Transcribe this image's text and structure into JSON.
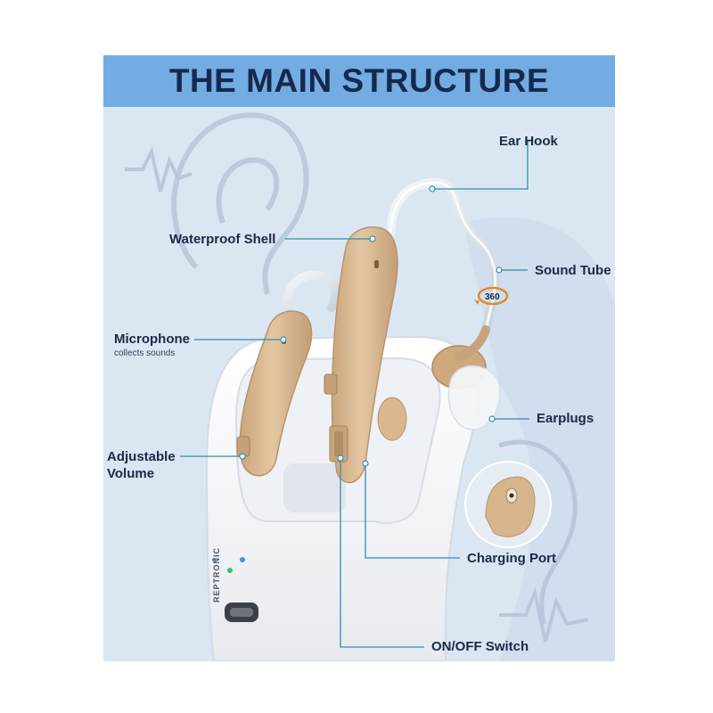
{
  "title": "THE MAIN STRUCTURE",
  "brand": "REPTRONIC",
  "rotation_badge": "360",
  "labels": {
    "ear_hook": "Ear Hook",
    "waterproof_shell": "Waterproof Shell",
    "sound_tube": "Sound Tube",
    "microphone": "Microphone",
    "microphone_sub": "collects sounds",
    "earplugs": "Earplugs",
    "adjustable_volume_line1": "Adjustable",
    "adjustable_volume_line2": "Volume",
    "charging_port": "Charging Port",
    "on_off_switch": "ON/OFF Switch"
  },
  "colors": {
    "header": "#73ace2",
    "background": "#dbe6f3",
    "title_text": "#16294d",
    "leader_line": "#2f8fb0",
    "device_beige": "#d8b48c",
    "case_white": "#fafbfc"
  }
}
